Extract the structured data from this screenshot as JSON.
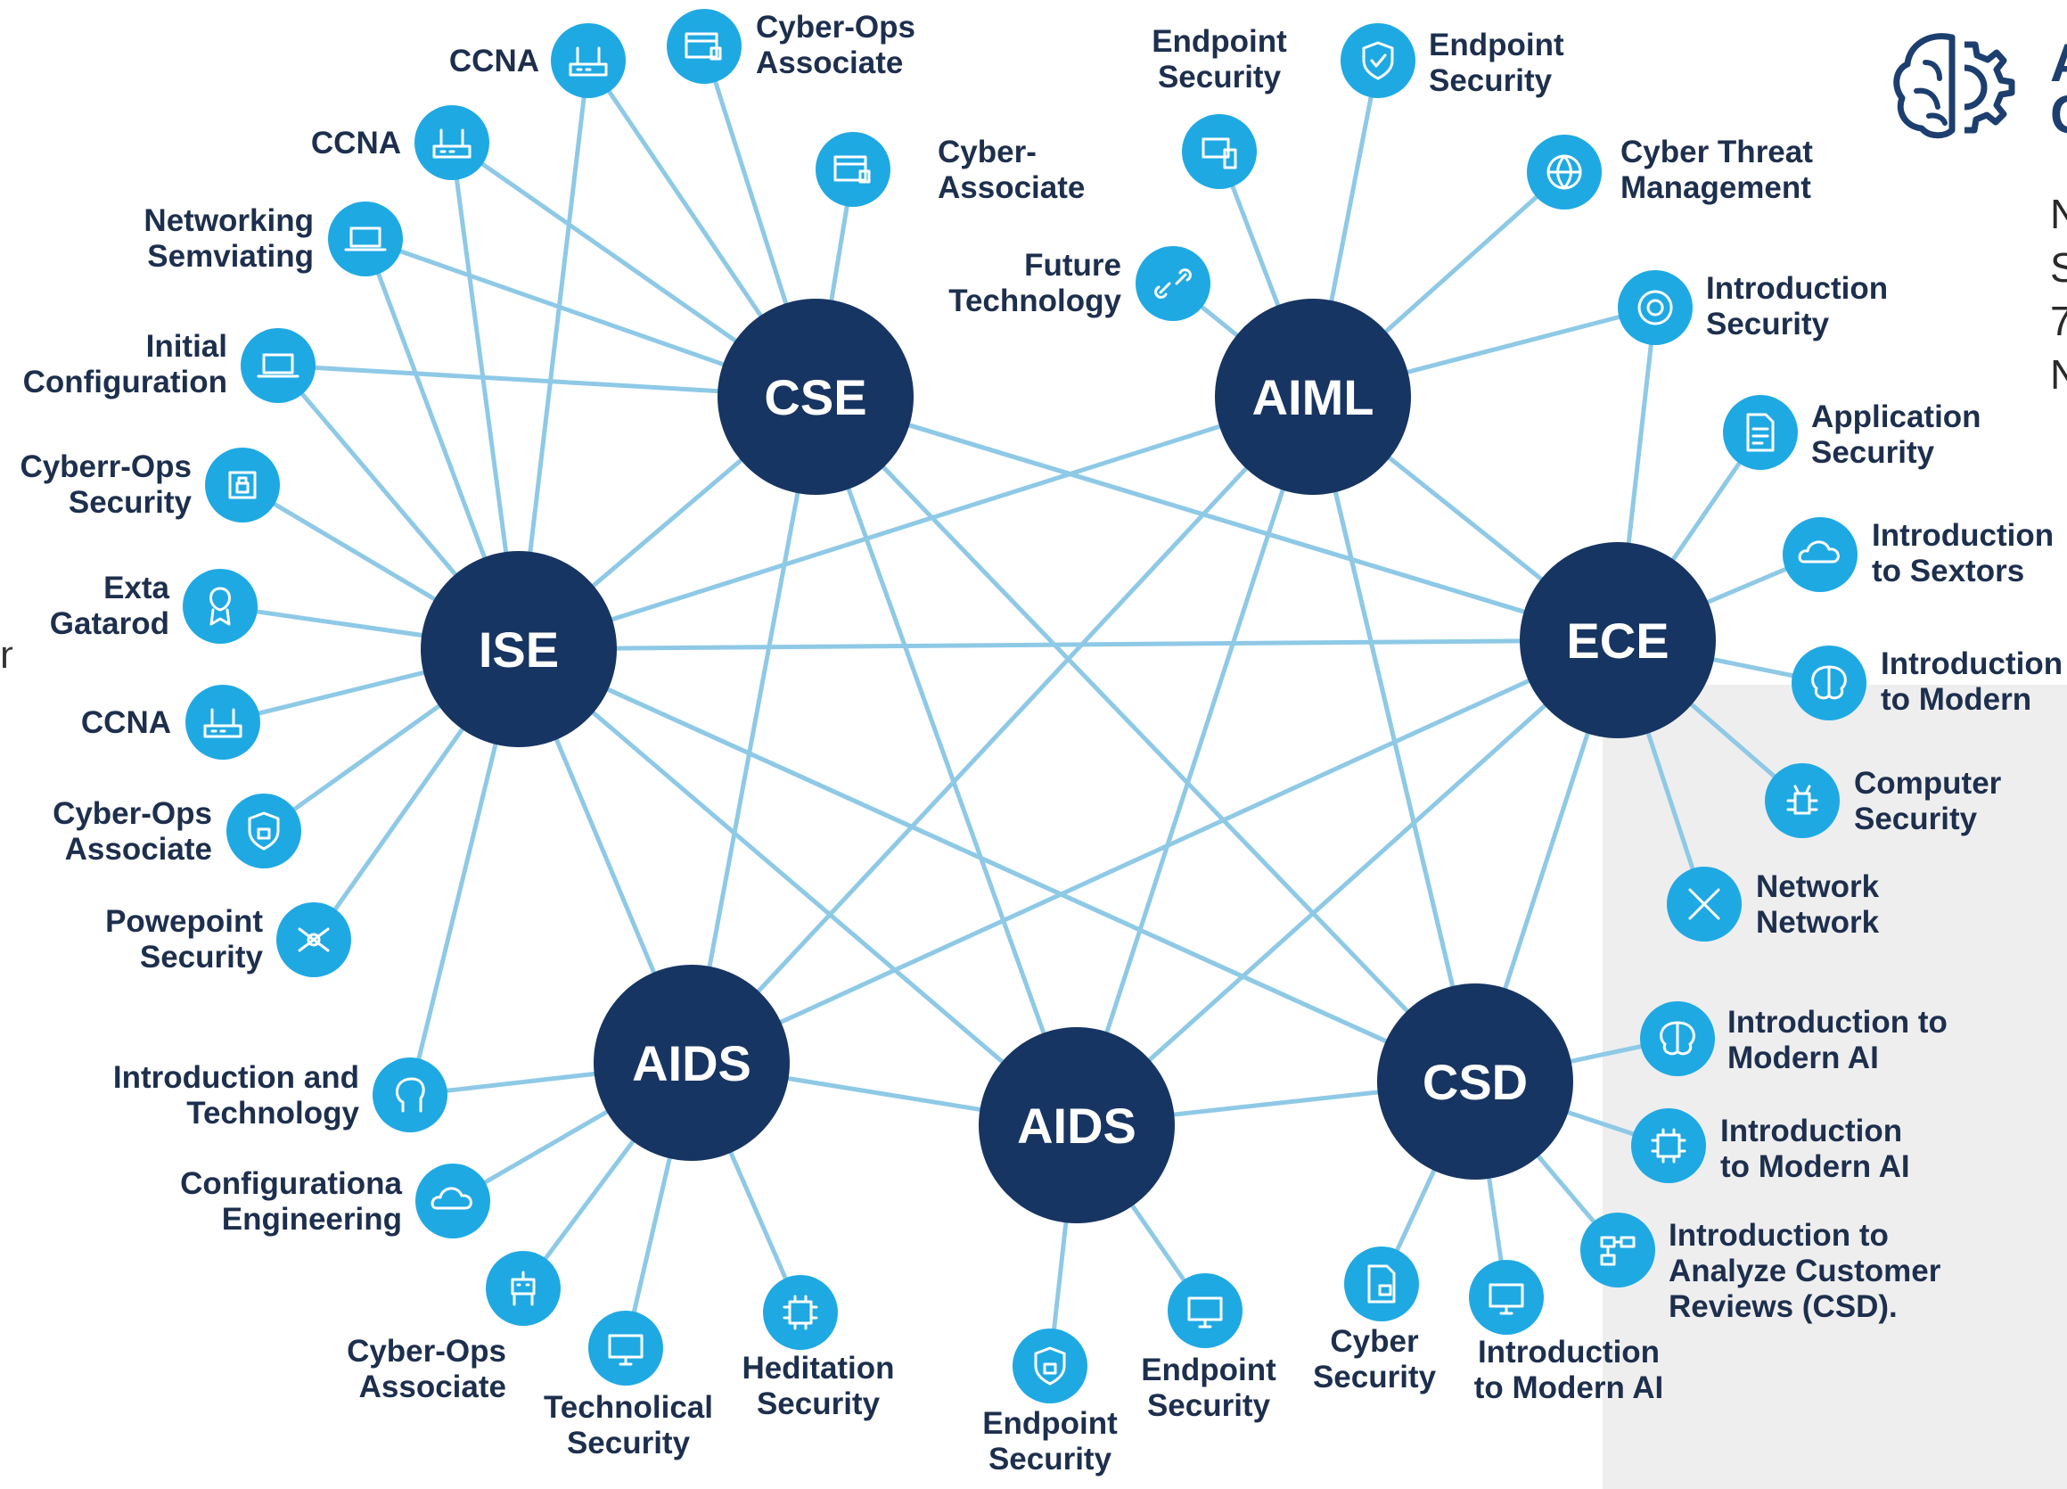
{
  "header": {
    "title": "A\nC",
    "subtitle": "N\nS\n7\nN"
  },
  "left_edge_fragment": "n",
  "colors": {
    "hub": "#173562",
    "node": "#1fa9e3",
    "edge": "#8ec9e6",
    "label": "#1d2f4d",
    "panel": "#eeeeee"
  },
  "hubs": [
    {
      "id": "cse",
      "label": "CSE"
    },
    {
      "id": "aiml",
      "label": "AIML"
    },
    {
      "id": "ise",
      "label": "ISE"
    },
    {
      "id": "ece",
      "label": "ECE"
    },
    {
      "id": "aids1",
      "label": "AIDS"
    },
    {
      "id": "aids2",
      "label": "AIDS"
    },
    {
      "id": "csd",
      "label": "CSD"
    }
  ],
  "nodes": [
    {
      "id": "n1",
      "label": "CCNA",
      "icon": "router-icon"
    },
    {
      "id": "n2",
      "label": "Cyber-Ops\nAssociate",
      "icon": "window-lock-icon"
    },
    {
      "id": "n3",
      "label": "CCNA",
      "icon": "router-icon"
    },
    {
      "id": "n4",
      "label": "Cyber-\nAssociate",
      "icon": "window-lock-icon"
    },
    {
      "id": "n5",
      "label": "Networking\nSemviating",
      "icon": "laptop-icon"
    },
    {
      "id": "n6",
      "label": "Initial\nConfiguration",
      "icon": "laptop-icon"
    },
    {
      "id": "n7",
      "label": "Cyberr-Ops\nSecurity",
      "icon": "gear-lock-icon"
    },
    {
      "id": "n8",
      "label": "Exta\nGatarod",
      "icon": "badge-icon"
    },
    {
      "id": "n9",
      "label": "CCNA",
      "icon": "router-icon"
    },
    {
      "id": "n10",
      "label": "Cyber-Ops\nAssociate",
      "icon": "shield-lock-icon"
    },
    {
      "id": "n11",
      "label": "Powepoint\nSecurity",
      "icon": "network-icon"
    },
    {
      "id": "n12",
      "label": "Introduction and\nTechnology",
      "icon": "head-icon"
    },
    {
      "id": "n13",
      "label": "Configurationa\nEngineering",
      "icon": "cloud-icon"
    },
    {
      "id": "n14",
      "label": "Cyber-Ops\nAssociate",
      "icon": "robot-icon"
    },
    {
      "id": "n15",
      "label": "Technolical\nSecurity",
      "icon": "monitor-icon"
    },
    {
      "id": "n16",
      "label": "Heditation\nSecurity",
      "icon": "chip-icon"
    },
    {
      "id": "n17",
      "label": "Endpoint\nSecurity",
      "icon": "shield-lock-icon"
    },
    {
      "id": "n18",
      "label": "Endpoint\nSecurity",
      "icon": "monitor-icon"
    },
    {
      "id": "n19",
      "label": "Cyber\nSecurity",
      "icon": "document-lock-icon"
    },
    {
      "id": "n20",
      "label": "Introduction\nto Modern AI",
      "icon": "monitor-icon"
    },
    {
      "id": "n21",
      "label": "Introduction to\nAnalyze Customer\nReviews (CSD).",
      "icon": "flowchart-icon"
    },
    {
      "id": "n22",
      "label": "Introduction\nto Modern AI",
      "icon": "chip-icon"
    },
    {
      "id": "n23",
      "label": "Introduction to\nModern AI",
      "icon": "brain-icon"
    },
    {
      "id": "n24",
      "label": "Network\nNetwork",
      "icon": "tools-icon"
    },
    {
      "id": "n25",
      "label": "Computer\nSecurity",
      "icon": "bug-icon"
    },
    {
      "id": "n26",
      "label": "Introduction\nto Modern",
      "icon": "brain-icon"
    },
    {
      "id": "n27",
      "label": "Introduction\nto Sextors",
      "icon": "cloud-icon"
    },
    {
      "id": "n28",
      "label": "Application\nSecurity",
      "icon": "document-icon"
    },
    {
      "id": "n29",
      "label": "Introduction\nSecurity",
      "icon": "gear-icon"
    },
    {
      "id": "n30",
      "label": "Cyber Threat\nManagement",
      "icon": "globe-icon"
    },
    {
      "id": "n31",
      "label": "Endpoint\nSecurity",
      "icon": "shield-check-icon"
    },
    {
      "id": "n32",
      "label": "Endpoint\nSecurity",
      "icon": "devices-icon"
    },
    {
      "id": "n33",
      "label": "Future\nTechnology",
      "icon": "link-icon"
    }
  ]
}
